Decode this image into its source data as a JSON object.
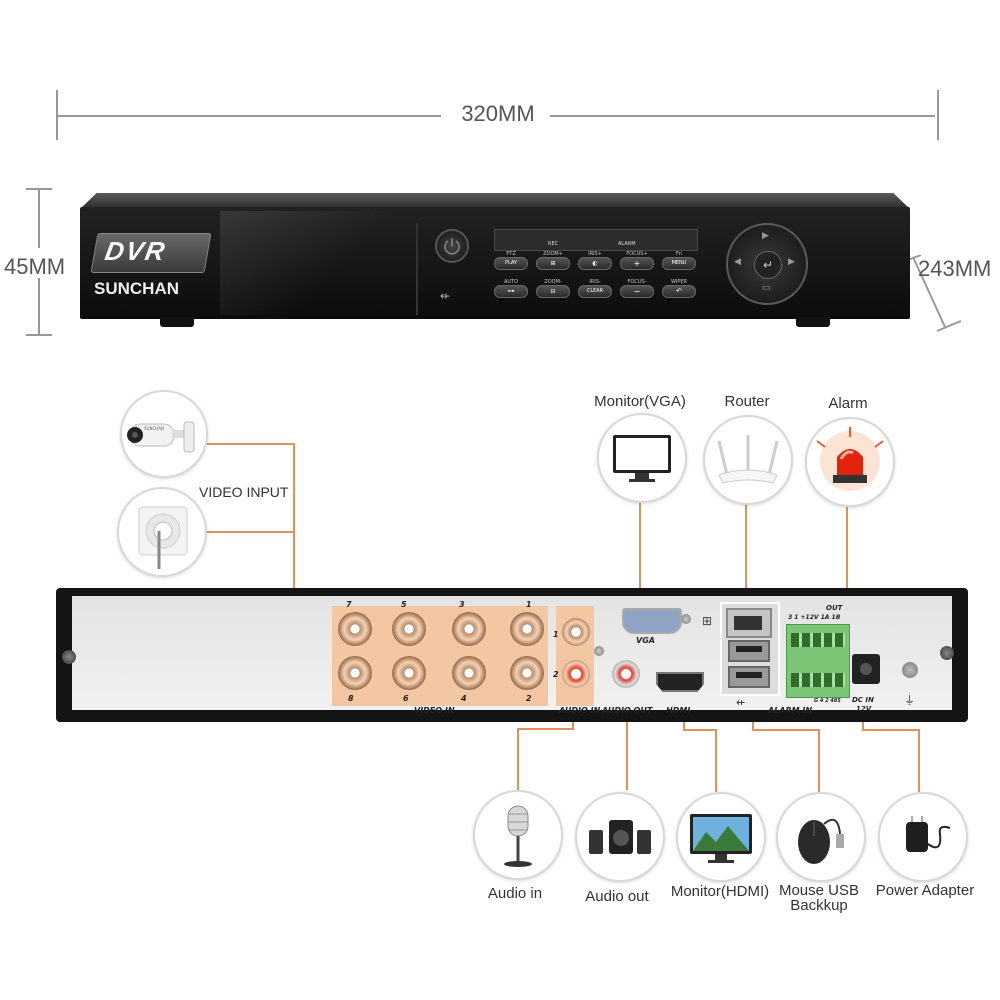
{
  "dimensions": {
    "width": "320MM",
    "height": "45MM",
    "depth": "243MM"
  },
  "dvr_front": {
    "badge": "DVR",
    "brand": "SUNCHAN",
    "display_labels": [
      "REC",
      "ALARM"
    ],
    "buttons_row1": [
      {
        "top": "PTZ",
        "key": "PLAY"
      },
      {
        "top": "ZOOM+",
        "key": "⊞"
      },
      {
        "top": "IRIS+",
        "key": "◐"
      },
      {
        "top": "FOCUS+",
        "key": "+"
      },
      {
        "top": "Fn",
        "key": "MENU"
      }
    ],
    "buttons_row2": [
      {
        "top": "AUTO",
        "key": "⊶"
      },
      {
        "top": "ZOOM-",
        "key": "⊟"
      },
      {
        "top": "IRIS-",
        "key": "CLEAR"
      },
      {
        "top": "FOCUS-",
        "key": "−"
      },
      {
        "top": "WIPER",
        "key": "↶"
      }
    ]
  },
  "peripherals": {
    "video_input": "VIDEO INPUT",
    "monitor_vga": "Monitor(VGA)",
    "router": "Router",
    "alarm": "Alarm",
    "audio_in": "Audio in",
    "audio_out": "Audio out",
    "monitor_hdmi": "Monitor(HDMI)",
    "mouse_usb_line1": "Mouse USB",
    "mouse_usb_line2": "Backkup",
    "power_adapter": "Power Adapter"
  },
  "rear_panel": {
    "video_in": "VIDEO IN",
    "bnc_top_numbers": [
      "7",
      "5",
      "3",
      "1"
    ],
    "bnc_bottom_numbers": [
      "8",
      "6",
      "4",
      "2"
    ],
    "audio_in_numbers": [
      "1",
      "2"
    ],
    "audio_in": "AUDIO IN",
    "audio_out": "AUDIO OUT",
    "vga": "VGA",
    "hdmi": "HDMI",
    "alarm_in": "ALARM IN",
    "alarm_out": "OUT",
    "alarm_top_pins": "3  1  +12V  1A 1B",
    "alarm_bottom_pins": "G  4  2  485",
    "dc_in_line1": "DC IN",
    "dc_in_line2": "12V"
  },
  "colors": {
    "accent": "#e0925a",
    "connector_highlight": "#f3c7a2",
    "chassis": "#1a1a1a"
  }
}
